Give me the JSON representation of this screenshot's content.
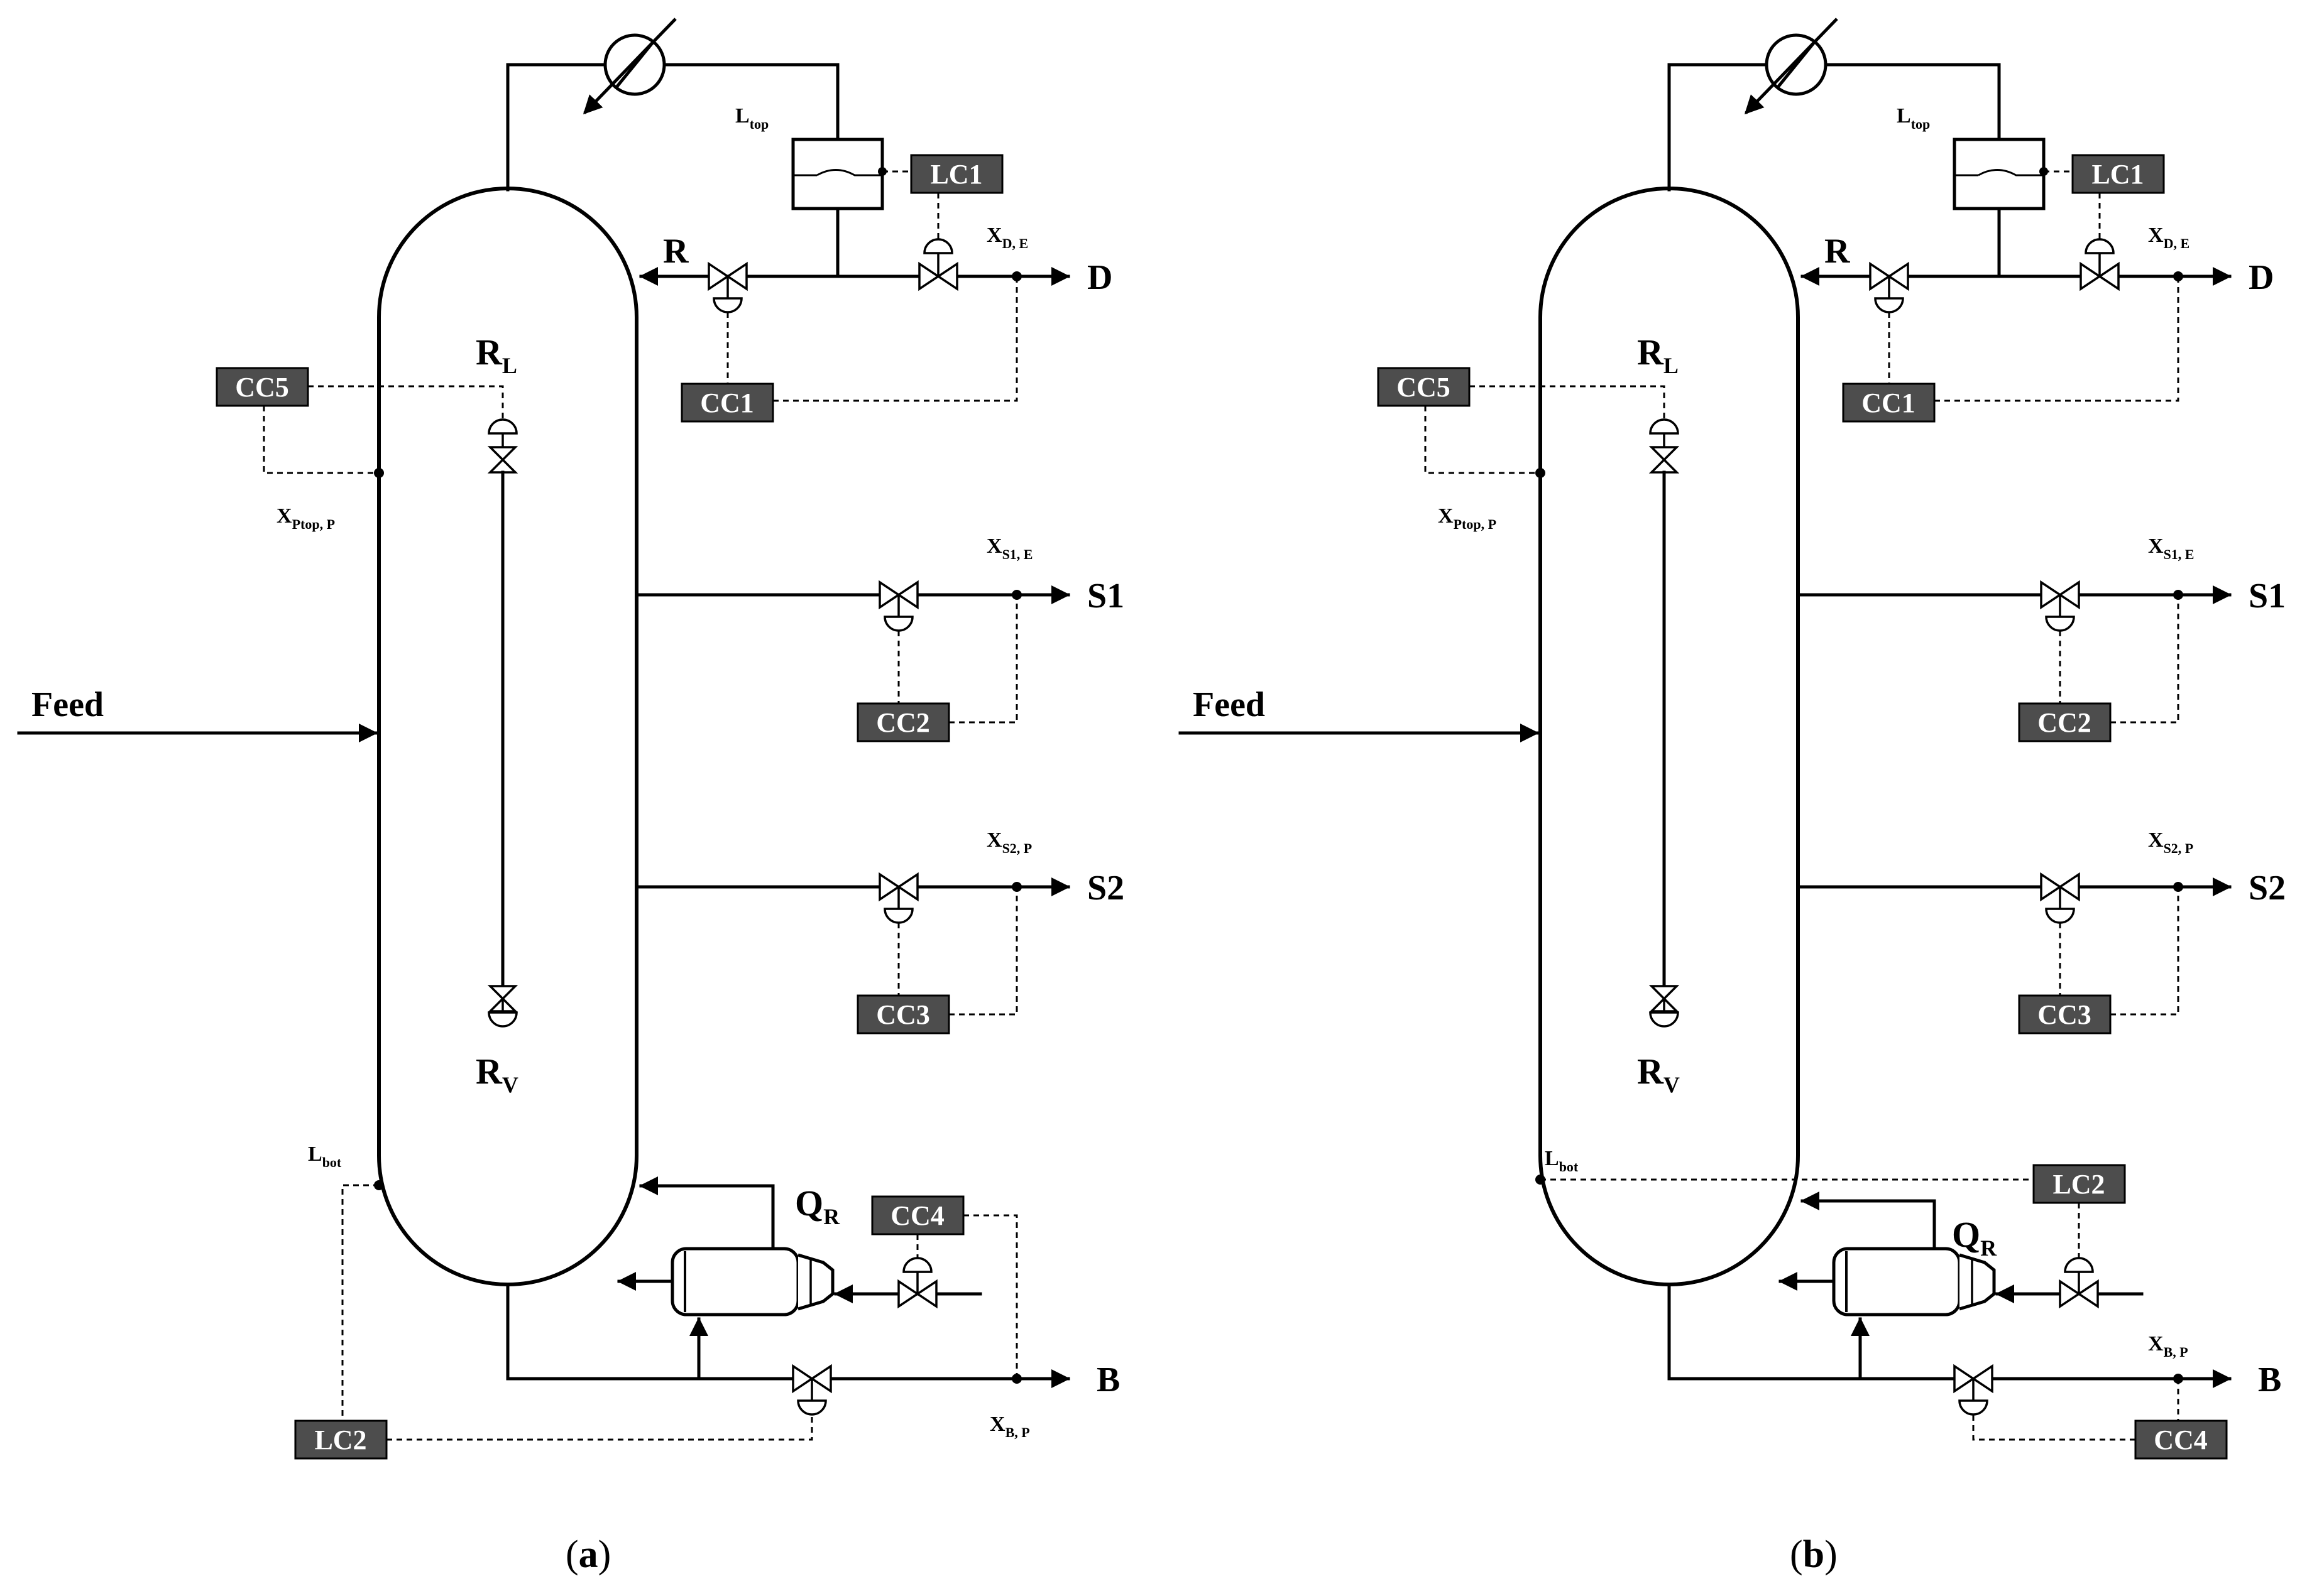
{
  "panels": [
    {
      "id": "a",
      "caption_letter": "a",
      "labels": {
        "feed": "Feed",
        "reflux": "R",
        "distillate": "D",
        "side1": "S1",
        "side2": "S2",
        "bottoms": "B",
        "rl_main": "R",
        "rl_sub": "L",
        "rv_main": "R",
        "rv_sub": "V",
        "qr_main": "Q",
        "qr_sub": "R",
        "ltop_main": "L",
        "ltop_sub": "top",
        "lbot_main": "L",
        "lbot_sub": "bot",
        "xd_main": "X",
        "xd_sub": "D, E",
        "xs1_main": "X",
        "xs1_sub": "S1, E",
        "xs2_main": "X",
        "xs2_sub": "S2, P",
        "xb_main": "X",
        "xb_sub": "B, P",
        "xptop_main": "X",
        "xptop_sub": "Ptop, P"
      },
      "controllers": {
        "lc1": "LC1",
        "cc1": "CC1",
        "cc2": "CC2",
        "cc3": "CC3",
        "cc4": "CC4",
        "cc5": "CC5",
        "lc2": "LC2"
      }
    },
    {
      "id": "b",
      "caption_letter": "b",
      "labels": {
        "feed": "Feed",
        "reflux": "R",
        "distillate": "D",
        "side1": "S1",
        "side2": "S2",
        "bottoms": "B",
        "rl_main": "R",
        "rl_sub": "L",
        "rv_main": "R",
        "rv_sub": "V",
        "qr_main": "Q",
        "qr_sub": "R",
        "ltop_main": "L",
        "ltop_sub": "top",
        "lbot_main": "L",
        "lbot_sub": "bot",
        "xd_main": "X",
        "xd_sub": "D, E",
        "xs1_main": "X",
        "xs1_sub": "S1, E",
        "xs2_main": "X",
        "xs2_sub": "S2, P",
        "xb_main": "X",
        "xb_sub": "B, P",
        "xptop_main": "X",
        "xptop_sub": "Ptop, P"
      },
      "controllers": {
        "lc1": "LC1",
        "cc1": "CC1",
        "cc2": "CC2",
        "cc3": "CC3",
        "cc4": "CC4",
        "cc5": "CC5",
        "lc2": "LC2"
      }
    }
  ],
  "caption_open": "(",
  "caption_close": ")"
}
